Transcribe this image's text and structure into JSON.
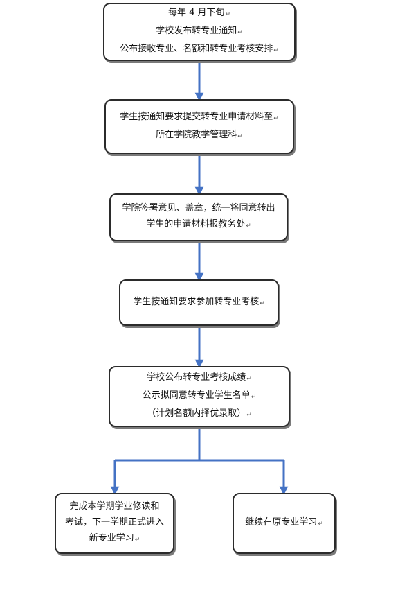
{
  "paragraph_mark": "↵",
  "arrow_color": "#4472c4",
  "nodes": [
    {
      "id": "step1",
      "lines": [
        "每年 4 月下旬",
        "学校发布转专业通知",
        "公布接收专业、名额和转专业考核安排"
      ]
    },
    {
      "id": "step2",
      "lines": [
        "学生按通知要求提交转专业申请材料至",
        "所在学院教学管理科"
      ]
    },
    {
      "id": "step3",
      "lines": [
        "学院签署意见、盖章，统一将同意转出",
        "学生的申请材料报教务处"
      ]
    },
    {
      "id": "step4",
      "lines": [
        "学生按通知要求参加转专业考核"
      ]
    },
    {
      "id": "step5",
      "lines": [
        "学校公布转专业考核成绩",
        "公示拟同意转专业学生名单",
        "（计划名额内择优录取）"
      ]
    },
    {
      "id": "step6a",
      "lines": [
        "完成本学期学业修读和",
        "考试，下一学期正式进入",
        "新专业学习"
      ]
    },
    {
      "id": "step6b",
      "lines": [
        "继续在原专业学习"
      ]
    }
  ]
}
